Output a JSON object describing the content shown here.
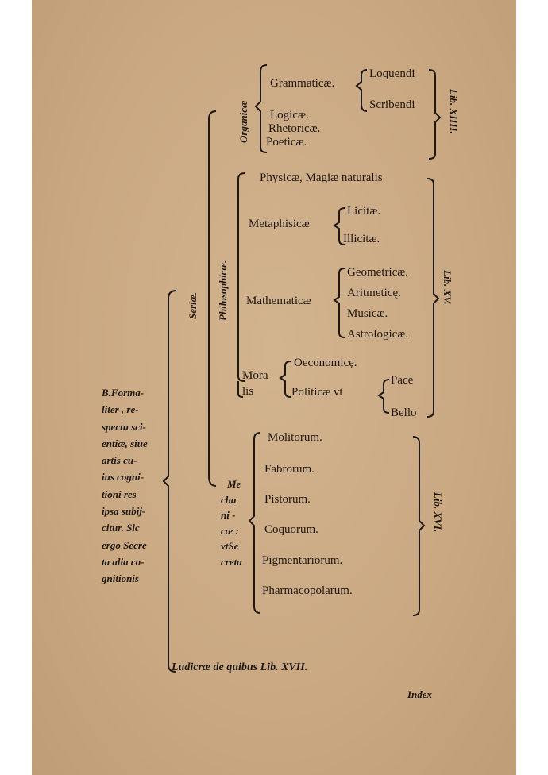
{
  "organica": {
    "label": "Organicæ",
    "grammatica": "Grammaticæ.",
    "loquendi": "Loquendi",
    "scribendi": "Scribendi",
    "logica": "Logicæ.",
    "rhetorica": "Rhetoricæ.",
    "poetica": "Poeticæ.",
    "lib": "Lib. XIIII."
  },
  "philosophica": {
    "label": "Philosophicæ.",
    "physica": "Physicæ, Magiæ naturalis",
    "metaphisica": "Metaphisicæ",
    "licita": "Licitæ.",
    "illicita": "Illicitæ.",
    "mathematica": "Mathematicæ",
    "geometrica": "Geometricæ.",
    "aritmetica": "Aritmeticę.",
    "musica": "Musicæ.",
    "astrologica": "Astrologicæ.",
    "moralis_1": "Mora",
    "moralis_2": "lis",
    "oeconomica": "Oeconomicę.",
    "politica": "Politicæ vt",
    "pace": "Pace",
    "bello": "Bello",
    "lib": "Lib. XV."
  },
  "seria": "Seriæ.",
  "left_block": [
    "B.Forma-",
    "liter , re-",
    "spectu sci-",
    "entiæ, siue",
    "artis cu-",
    "ius cogni-",
    "tioni res",
    "ipsa subij-",
    "citur. Sic",
    "ergo Secre",
    "ta alia co-",
    "gnitionis"
  ],
  "mechanica": {
    "label_lines": [
      "Me",
      "cha",
      "ni -",
      "cæ :",
      "vtSe",
      "creta"
    ],
    "items": [
      "Molitorum.",
      "Fabrorum.",
      "Pistorum.",
      "Coquorum.",
      "Pigmentariorum.",
      "Pharmacopolarum."
    ],
    "lib": "Lib. XVI."
  },
  "ludicra": "Ludicræ de quibus Lib. XVII.",
  "catchword": "Index"
}
